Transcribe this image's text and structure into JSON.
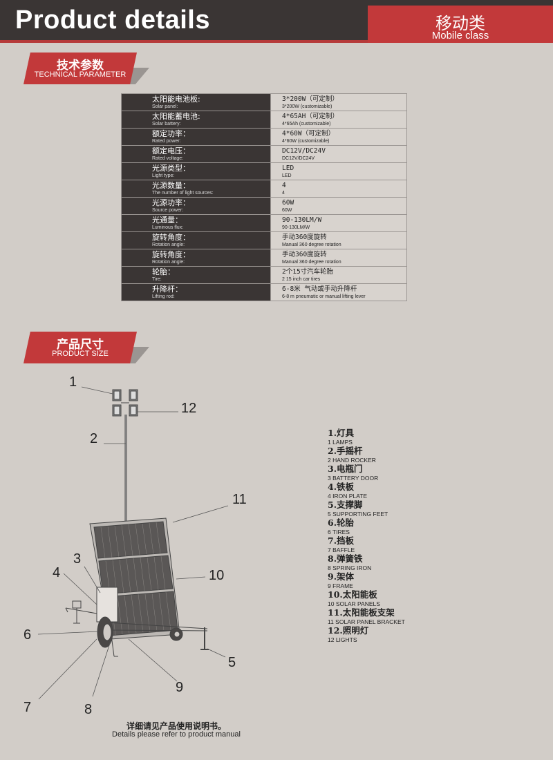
{
  "header": {
    "title": "Product details",
    "class_cn": "移动类",
    "class_en": "Mobile class"
  },
  "sections": {
    "tech": {
      "cn": "技术参数",
      "en": "TECHNICAL PARAMETER"
    },
    "size": {
      "cn": "产品尺寸",
      "en": "PRODUCT SIZE"
    }
  },
  "specs": [
    {
      "label_cn": "太阳能电池板:",
      "label_en": "Solar panel:",
      "value_cn": "3*200W（可定制）",
      "value_en": "3*200W (customizable)"
    },
    {
      "label_cn": "太阳能蓄电池:",
      "label_en": "Solar battery:",
      "value_cn": "4*65AH（可定制）",
      "value_en": "4*65Ah (customizable)"
    },
    {
      "label_cn": "额定功率：",
      "label_en": "Rated power:",
      "value_cn": "4*60W（可定制）",
      "value_en": "4*60W (customizable)"
    },
    {
      "label_cn": "额定电压：",
      "label_en": "Rated voltage:",
      "value_cn": "DC12V/DC24V",
      "value_en": "DC12V/DC24V"
    },
    {
      "label_cn": "光源类型：",
      "label_en": "Light type:",
      "value_cn": "LED",
      "value_en": "LED"
    },
    {
      "label_cn": "光源数量：",
      "label_en": "The number of light sources:",
      "value_cn": "4",
      "value_en": "4"
    },
    {
      "label_cn": "光源功率：",
      "label_en": "Source power:",
      "value_cn": "60W",
      "value_en": "60W"
    },
    {
      "label_cn": "光通量：",
      "label_en": "Luminous flux:",
      "value_cn": "90-130LM/W",
      "value_en": "90-130LM/W"
    },
    {
      "label_cn": "旋转角度：",
      "label_en": "Rotation angle:",
      "value_cn": "手动360度旋转",
      "value_en": "Manual 360 degree rotation"
    },
    {
      "label_cn": "旋转角度：",
      "label_en": "Rotation angle:",
      "value_cn": "手动360度旋转",
      "value_en": "Manual 360 degree rotation"
    },
    {
      "label_cn": "轮胎：",
      "label_en": "Tire:",
      "value_cn": "2个15寸汽车轮胎",
      "value_en": "2 15 inch car tires"
    },
    {
      "label_cn": "升降杆：",
      "label_en": "Lifting rod:",
      "value_cn": "6-8米 气动或手动升降杆",
      "value_en": "6-8 m pneumatic or manual lifting lever"
    }
  ],
  "callouts": [
    "1",
    "2",
    "3",
    "4",
    "5",
    "6",
    "7",
    "8",
    "9",
    "10",
    "11",
    "12"
  ],
  "legend": [
    {
      "cn": "1.灯具",
      "en": "1 LAMPS"
    },
    {
      "cn": "2.手摇杆",
      "en": "2 HAND ROCKER"
    },
    {
      "cn": "3.电瓶门",
      "en": "3 BATTERY DOOR"
    },
    {
      "cn": "4.铁板",
      "en": "4 IRON PLATE"
    },
    {
      "cn": "5.支撑脚",
      "en": "5 SUPPORTING FEET"
    },
    {
      "cn": "6.轮胎",
      "en": "6 TIRES"
    },
    {
      "cn": "7.挡板",
      "en": "7 BAFFLE"
    },
    {
      "cn": "8.弹簧铁",
      "en": "8 SPRING IRON"
    },
    {
      "cn": "9.架体",
      "en": "9 FRAME"
    },
    {
      "cn": "10.太阳能板",
      "en": "10 SOLAR PANELS"
    },
    {
      "cn": "11.太阳能板支架",
      "en": "11 SOLAR PANEL BRACKET"
    },
    {
      "cn": "12.照明灯",
      "en": "12 LIGHTS"
    }
  ],
  "footer": {
    "cn": "详细请见产品使用说明书。",
    "en": "Details please refer to product manual"
  },
  "colors": {
    "header_bg": "#3a3534",
    "accent_red": "#c2393a",
    "page_bg": "#d2cdc8",
    "label_bg": "#3a3534"
  }
}
